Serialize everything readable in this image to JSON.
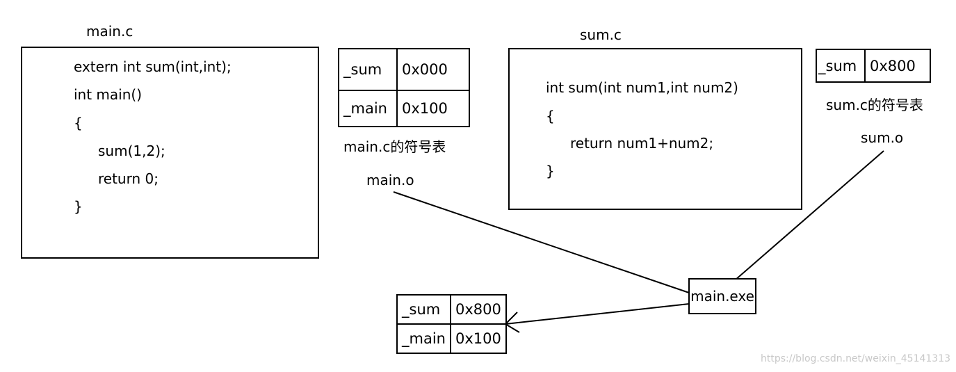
{
  "main_file": {
    "title": "main.c",
    "code": [
      "extern int sum(int,int);",
      "int main()",
      "{",
      "sum(1,2);",
      "return 0;",
      "}"
    ]
  },
  "main_symtab": {
    "rows": [
      {
        "name": "_sum",
        "addr": "0x000"
      },
      {
        "name": "_main",
        "addr": "0x100"
      }
    ],
    "caption": "main.c的符号表",
    "object": "main.o"
  },
  "sum_file": {
    "title": "sum.c",
    "code": [
      "int sum(int num1,int num2)",
      "{",
      "return num1+num2;",
      "}"
    ]
  },
  "sum_symtab": {
    "rows": [
      {
        "name": "_sum",
        "addr": "0x800"
      }
    ],
    "caption": "sum.c的符号表",
    "object": "sum.o"
  },
  "executable": {
    "label": "main.exe"
  },
  "linked_symtab": {
    "rows": [
      {
        "name": "_sum",
        "addr": "0x800"
      },
      {
        "name": "_main",
        "addr": "0x100"
      }
    ]
  },
  "watermark": "https://blog.csdn.net/weixin_45141313"
}
